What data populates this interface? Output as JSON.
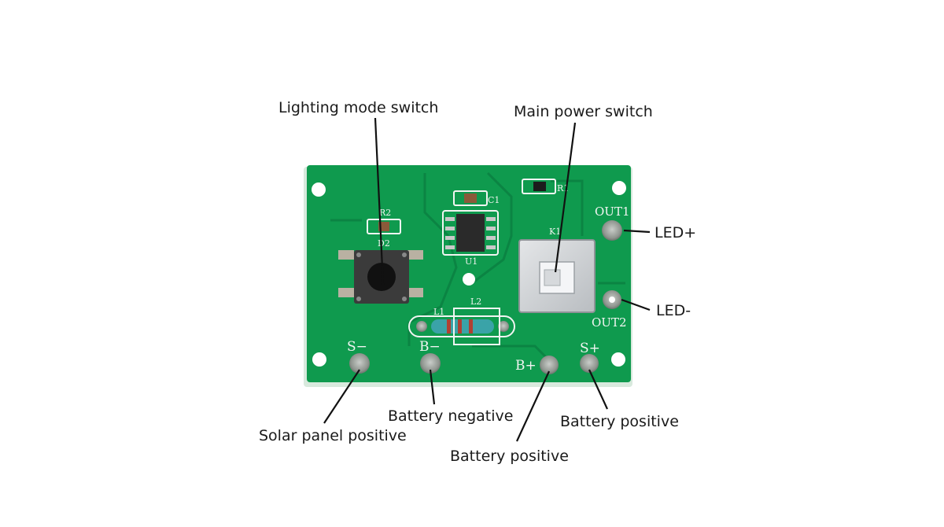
{
  "callouts": {
    "lighting_mode_switch": "Lighting mode switch",
    "main_power_switch": "Main power switch",
    "led_plus": "LED+",
    "led_minus": "LED-",
    "solar_panel_positive": "Solar panel positive",
    "battery_negative": "Battery negative",
    "battery_positive_1": "Battery positive",
    "battery_positive_2": "Battery positive"
  },
  "silkscreen": {
    "out1": "OUT1",
    "out2": "OUT2",
    "k1": "K1",
    "u1": "U1",
    "c1": "C1",
    "r1": "R1",
    "l1": "L1",
    "l2": "L2",
    "d2": "D2",
    "r2": "R2",
    "s_minus": "S−",
    "b_minus": "B−",
    "b_plus": "B+",
    "s_plus": "S+"
  },
  "colors": {
    "board": "#0f9a4e",
    "board_edge": "#0b7d3e",
    "silk": "#f2f5f2",
    "leader": "#111111",
    "pad": "#9aa19c"
  }
}
